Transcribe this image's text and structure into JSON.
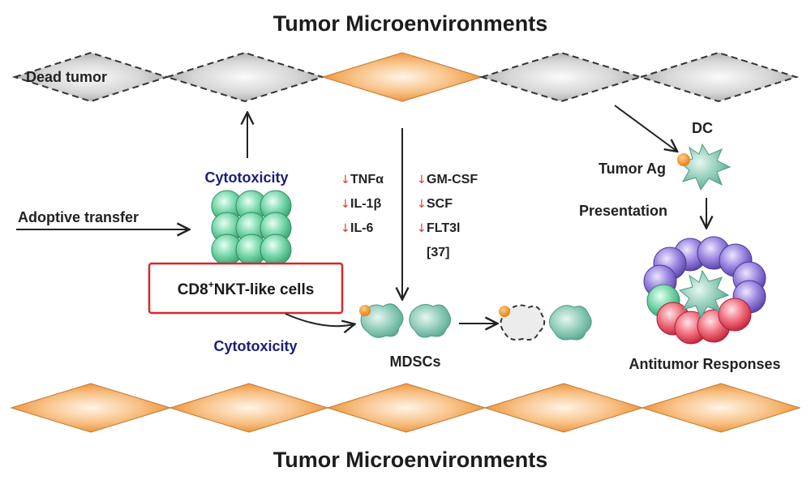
{
  "title_top": "Tumor Microenvironments",
  "title_bottom": "Tumor Microenvironments",
  "dead_tumor": "Dead tumor",
  "cytotoxicity_top": "Cytotoxicity",
  "cytotoxicity_bottom": "Cytotoxicity",
  "adoptive_transfer": "Adoptive transfer",
  "cd8_box": {
    "prefix": "CD8",
    "sup": "+",
    "suffix": "NKT-like cells"
  },
  "cytokines_left": [
    "TNFα",
    "IL-1β",
    "IL-6"
  ],
  "cytokines_right": [
    "GM-CSF",
    "SCF",
    "FLT3l"
  ],
  "reference": "[37]",
  "mdscs": "MDSCs",
  "dc": "DC",
  "tumor_ag": "Tumor Ag",
  "presentation": "Presentation",
  "antitumor": "Antitumor Responses",
  "arrow_glyph": "↓",
  "colors": {
    "orange": "#f0a050",
    "gray": "#c8c8c8",
    "green": "#5fc89a",
    "teal_cell": "#7cc4b0",
    "red_box": "#d9262a",
    "navy": "#1b1f7a",
    "purple": "#7a66c6",
    "pink": "#e84a60"
  }
}
